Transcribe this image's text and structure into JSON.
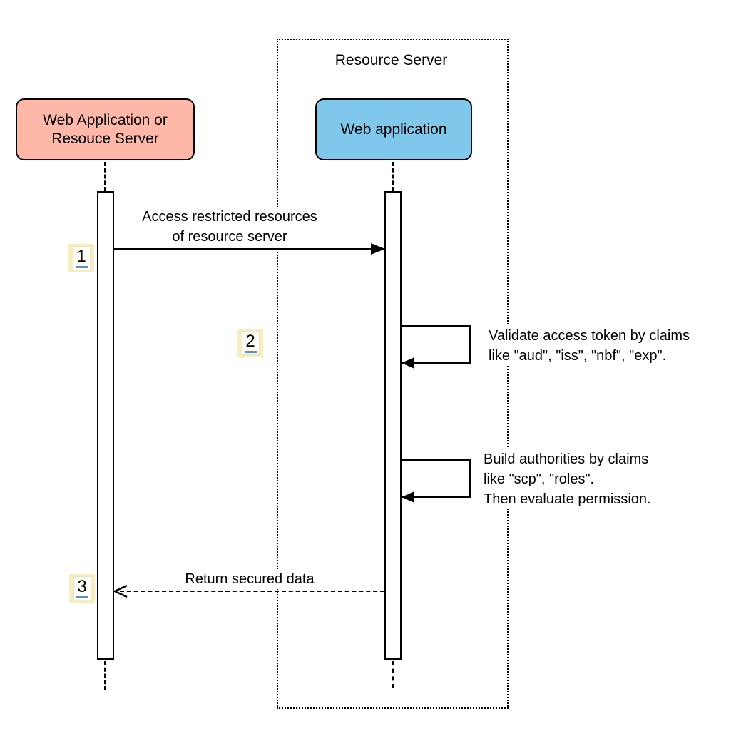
{
  "boundary": {
    "title": "Resource Server"
  },
  "actors": {
    "left": {
      "label": "Web Application or\nResouce Server",
      "fill": "#ffb8a8"
    },
    "right": {
      "label": "Web application",
      "fill": "#7fc7eb"
    }
  },
  "messages": {
    "access": {
      "step": "1",
      "label": "Access restricted resources\nof resource server"
    },
    "validate": {
      "step": "2",
      "label": "Validate access token by claims\nlike \"aud\", \"iss\", \"nbf\", \"exp\"."
    },
    "build": {
      "label": "Build authorities by claims\nlike \"scp\", \"roles\".\nThen evaluate permission."
    },
    "return": {
      "step": "3",
      "label": "Return secured data"
    }
  },
  "colors": {
    "stroke": "#000000",
    "background": "#ffffff",
    "badge_fill": "#f8edc1",
    "badge_underline": "#5b8dd8"
  }
}
